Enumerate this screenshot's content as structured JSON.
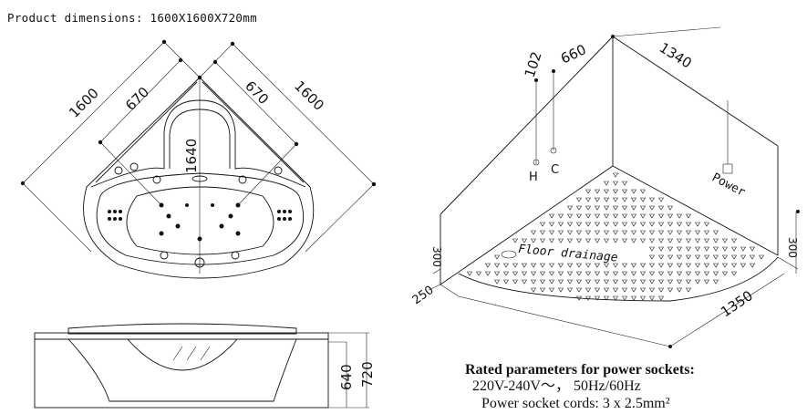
{
  "title": "Product dimensions: 1600X1600X720mm",
  "top_view": {
    "dim_left_outer": "1600",
    "dim_left_inner": "670",
    "dim_right_inner": "670",
    "dim_right_outer": "1600",
    "dim_depth": "1640"
  },
  "side_view": {
    "dim_inner_height": "640",
    "dim_total_height": "720"
  },
  "install_view": {
    "dim_102": "102",
    "dim_660": "660",
    "dim_1340": "1340",
    "label_h": "H",
    "label_c": "C",
    "label_power": "Power",
    "dim_300_left": "300",
    "dim_250": "250",
    "dim_300_right": "300",
    "label_floor_drainage": "Floor drainage",
    "dim_1350": "1350"
  },
  "notes": {
    "heading": "Rated parameters for power sockets:",
    "voltage": "220V-240V～， 50Hz/60Hz",
    "cords": "Power socket cords: 3 x 2.5mm²"
  }
}
